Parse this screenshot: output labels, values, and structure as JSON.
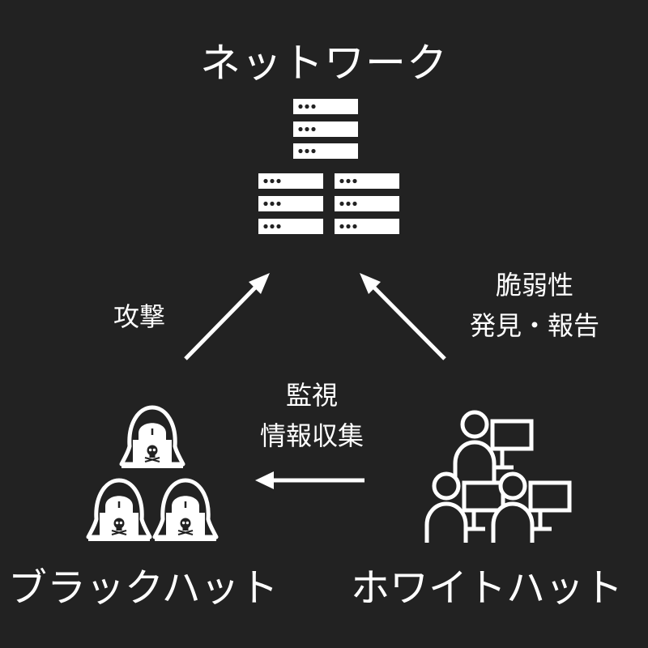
{
  "colors": {
    "background": "#222222",
    "foreground": "#ffffff"
  },
  "nodes": {
    "network": {
      "title": "ネットワーク",
      "icon": "server-stack-icon"
    },
    "black_hat": {
      "title": "ブラックハット",
      "icon": "hooded-hacker-group-icon"
    },
    "white_hat": {
      "title": "ホワイトハット",
      "icon": "analyst-group-icon"
    }
  },
  "edges": {
    "attack": {
      "label": "攻撃"
    },
    "vulnerability": {
      "line1": "脆弱性",
      "line2": "発見・報告"
    },
    "monitoring": {
      "line1": "監視",
      "line2": "情報収集"
    }
  }
}
